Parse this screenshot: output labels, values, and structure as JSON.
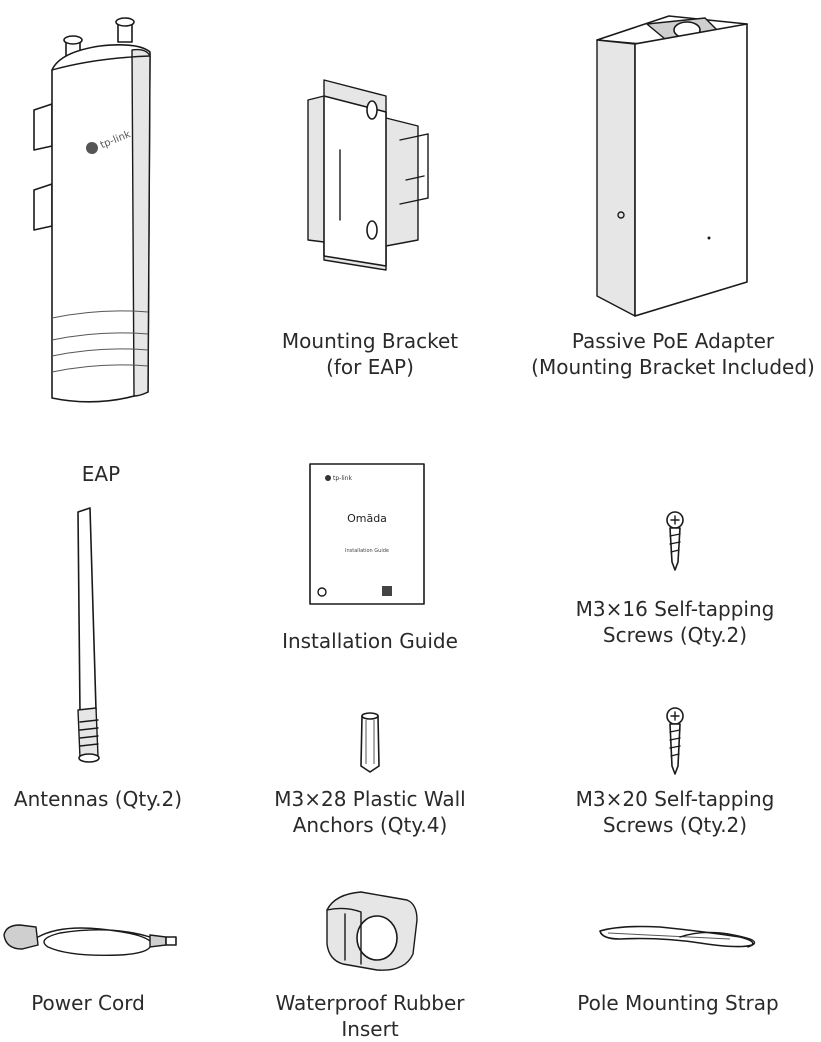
{
  "items": {
    "eap": {
      "label": "EAP",
      "logo": "tp-link"
    },
    "mounting_bracket": {
      "line1": "Mounting Bracket",
      "line2": "(for EAP)"
    },
    "poe_adapter": {
      "line1": "Passive PoE Adapter",
      "line2": "(Mounting Bracket Included)"
    },
    "installation_guide": {
      "label": "Installation Guide",
      "cover_brand": "tp-link",
      "cover_title": "Omāda",
      "cover_subtitle": "Installation Guide"
    },
    "screws_16": {
      "line1": "M3×16 Self-tapping",
      "line2": "Screws (Qty.2)"
    },
    "antennas": {
      "label": "Antennas (Qty.2)"
    },
    "wall_anchors": {
      "line1": "M3×28 Plastic Wall",
      "line2": "Anchors (Qty.4)"
    },
    "screws_20": {
      "line1": "M3×20 Self-tapping",
      "line2": "Screws (Qty.2)"
    },
    "power_cord": {
      "label": "Power Cord"
    },
    "rubber_insert": {
      "line1": "Waterproof Rubber",
      "line2": "Insert"
    },
    "pole_strap": {
      "label": "Pole Mounting Strap"
    }
  }
}
